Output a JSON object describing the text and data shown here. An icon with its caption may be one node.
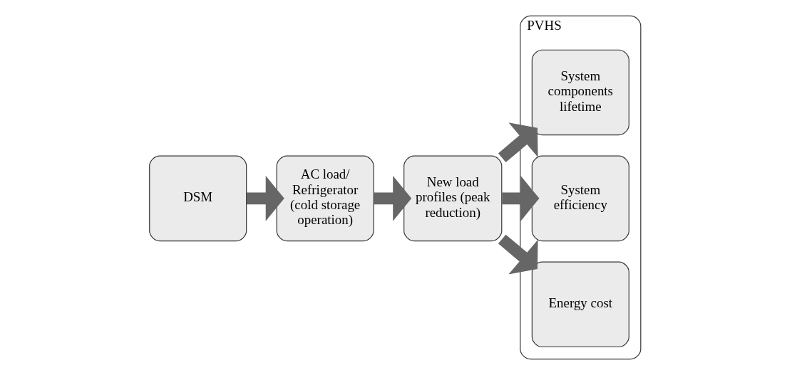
{
  "diagram": {
    "nodes": [
      {
        "text": [
          "DSM"
        ]
      },
      {
        "text": [
          "AC load/ Refrigerator (cold storage operation)"
        ]
      },
      {
        "text": [
          "New load profiles (peak reduction)"
        ]
      },
      {
        "text": [
          "PVHS"
        ]
      },
      {
        "text": [
          "System components lifetime"
        ],
        "in": 3
      },
      {
        "text": [
          "System efficiency"
        ],
        "in": 3
      },
      {
        "text": [
          "Energy cost"
        ],
        "in": 3
      }
    ],
    "edges": [
      {
        "from": 0,
        "to": 1,
        "arrow": "to"
      },
      {
        "from": 1,
        "to": 2,
        "arrow": "to"
      },
      {
        "from": 2,
        "to": 4,
        "arrow": "to"
      },
      {
        "from": 2,
        "to": 5,
        "arrow": "to"
      },
      {
        "from": 2,
        "to": 6,
        "arrow": "to"
      }
    ]
  }
}
